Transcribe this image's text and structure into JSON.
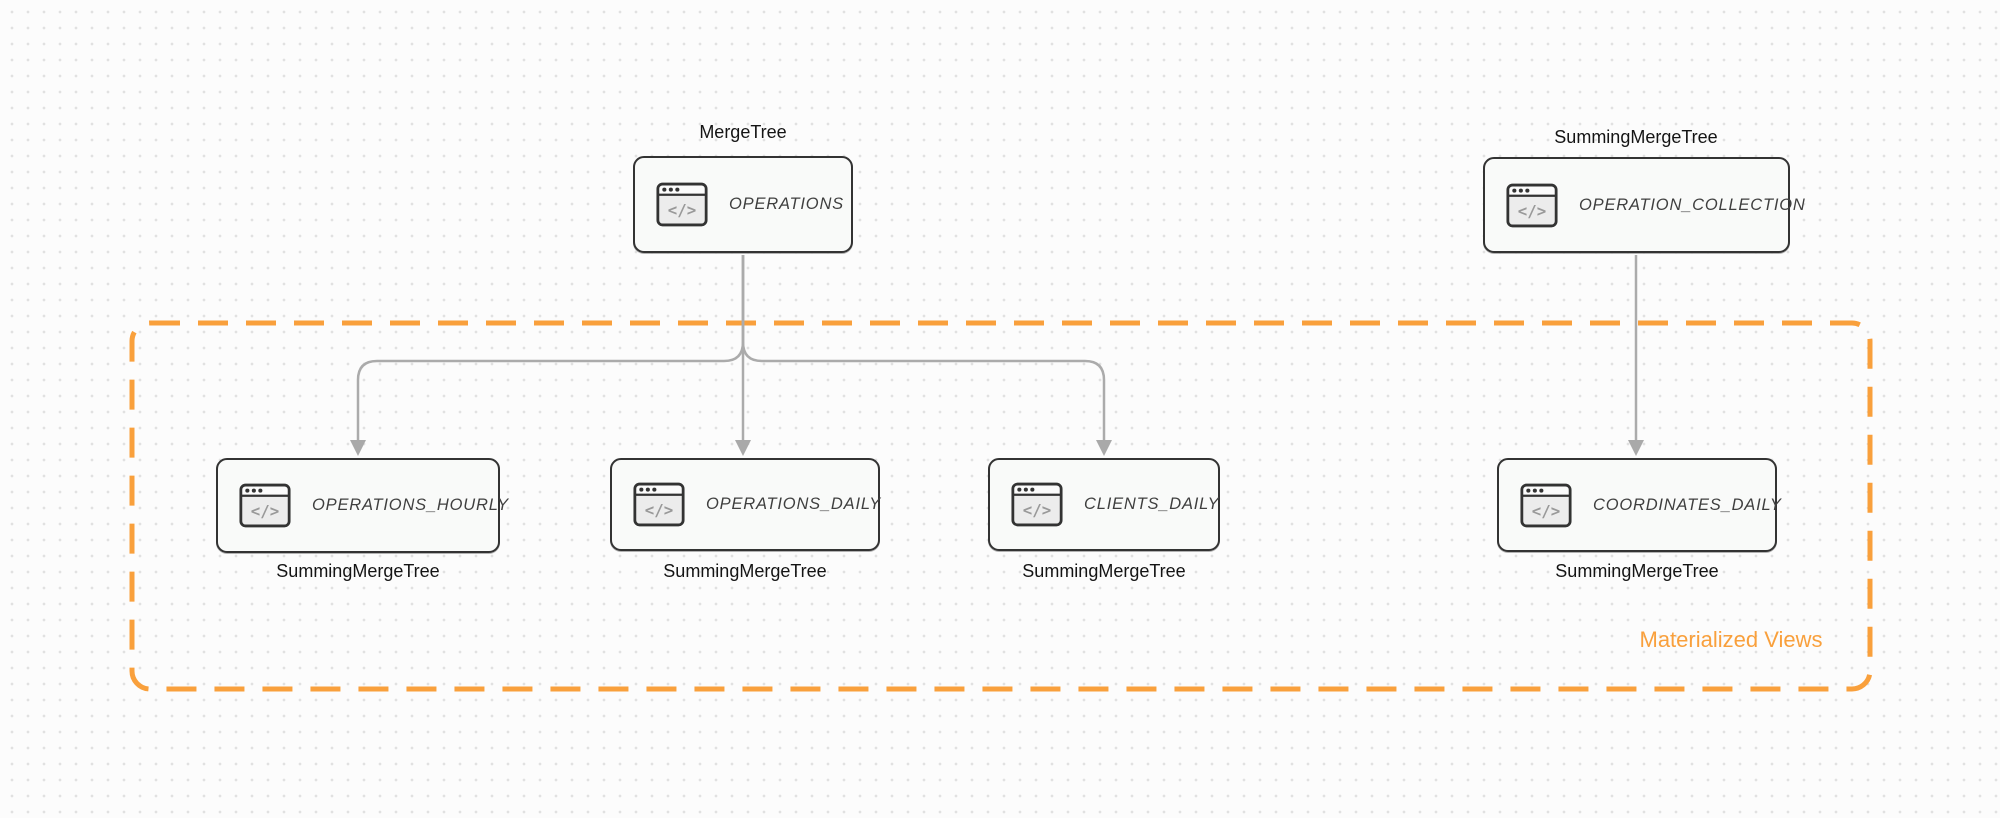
{
  "diagram": {
    "group": {
      "label": "Materialized Views",
      "border_color": "#F9A03C",
      "contains": [
        "OPERATIONS_HOURLY",
        "OPERATIONS_DAILY",
        "CLIENTS_DAILY",
        "COORDINATES_DAILY"
      ]
    },
    "nodes": {
      "operations": {
        "title": "OPERATIONS",
        "engine": "MergeTree",
        "engine_label_position": "above",
        "icon": "code-window-icon"
      },
      "operation_collection": {
        "title": "OPERATION_COLLECTION",
        "engine": "SummingMergeTree",
        "engine_label_position": "above",
        "icon": "code-window-icon"
      },
      "operations_hourly": {
        "title": "OPERATIONS_HOURLY",
        "engine": "SummingMergeTree",
        "engine_label_position": "below",
        "icon": "code-window-icon"
      },
      "operations_daily": {
        "title": "OPERATIONS_DAILY",
        "engine": "SummingMergeTree",
        "engine_label_position": "below",
        "icon": "code-window-icon"
      },
      "clients_daily": {
        "title": "CLIENTS_DAILY",
        "engine": "SummingMergeTree",
        "engine_label_position": "below",
        "icon": "code-window-icon"
      },
      "coordinates_daily": {
        "title": "COORDINATES_DAILY",
        "engine": "SummingMergeTree",
        "engine_label_position": "below",
        "icon": "code-window-icon"
      }
    },
    "edges": [
      {
        "from": "OPERATIONS",
        "to": "OPERATIONS_HOURLY"
      },
      {
        "from": "OPERATIONS",
        "to": "OPERATIONS_DAILY"
      },
      {
        "from": "OPERATIONS",
        "to": "CLIENTS_DAILY"
      },
      {
        "from": "OPERATION_COLLECTION",
        "to": "COORDINATES_DAILY"
      }
    ],
    "icon_glyph": "</>",
    "colors": {
      "accent_orange": "#F9A03C",
      "node_border": "#333333",
      "node_fill": "#F9FAF9",
      "arrow_gray": "#ABABAB",
      "icon_glyph_gray": "#999999",
      "background": "#FCFCFC",
      "dot_grid": "#E1E1E1"
    }
  }
}
